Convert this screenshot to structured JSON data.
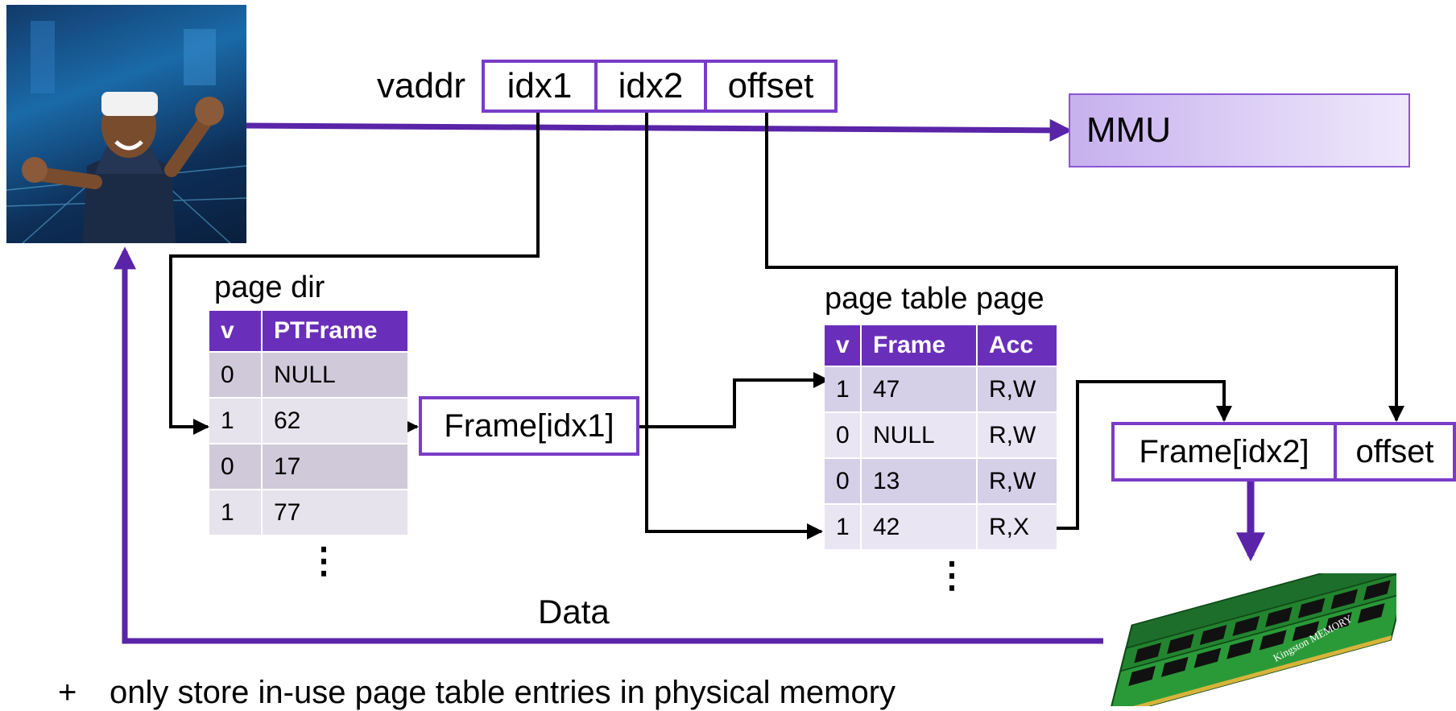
{
  "vaddr": {
    "label": "vaddr",
    "fields": [
      "idx1",
      "idx2",
      "offset"
    ]
  },
  "mmu": {
    "label": "MMU"
  },
  "page_dir": {
    "title": "page dir",
    "headers": [
      "v",
      "PTFrame"
    ],
    "rows": [
      [
        "0",
        "NULL"
      ],
      [
        "1",
        "62"
      ],
      [
        "0",
        "17"
      ],
      [
        "1",
        "77"
      ]
    ]
  },
  "frame_idx1": {
    "label": "Frame[idx1]"
  },
  "page_table_page": {
    "title": "page table page",
    "headers": [
      "v",
      "Frame",
      "Acc"
    ],
    "rows": [
      [
        "1",
        "47",
        "R,W"
      ],
      [
        "0",
        "NULL",
        "R,W"
      ],
      [
        "0",
        "13",
        "R,W"
      ],
      [
        "1",
        "42",
        "R,X"
      ]
    ]
  },
  "phys_addr": {
    "fields": [
      "Frame[idx2]",
      "offset"
    ]
  },
  "data_label": "Data",
  "ellipsis": "⋮",
  "bullet": {
    "marker": "+",
    "text": "only store in-use page table entries in physical memory"
  },
  "ram_label": "Kingston MEMORY",
  "colors": {
    "accent": "#6a2fba",
    "arrow_purple": "#5a24a8",
    "mmu_fill": "#d9c8f4"
  },
  "icons": {
    "user_photo": "vr-user-photo",
    "memory": "ram-modules-icon"
  }
}
